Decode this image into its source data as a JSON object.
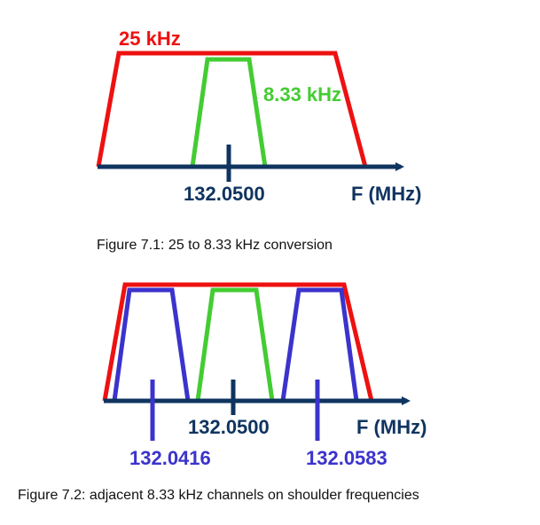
{
  "figure1": {
    "label_wide": "25 kHz",
    "label_narrow": "8.33 kHz",
    "center_freq": "132.0500",
    "axis_label": "F (MHz)",
    "caption": "Figure 7.1: 25 to 8.33 kHz conversion"
  },
  "figure2": {
    "center_freq": "132.0500",
    "left_freq": "132.0416",
    "right_freq": "132.0583",
    "axis_label": "F (MHz)",
    "caption": "Figure 7.2: adjacent 8.33 kHz channels on shoulder frequencies"
  },
  "colors": {
    "wide_channel": "#ee1111",
    "narrow_channel": "#44cc33",
    "shoulder_channel": "#3b33cc",
    "axis": "#0f3460",
    "caption": "#111111"
  }
}
